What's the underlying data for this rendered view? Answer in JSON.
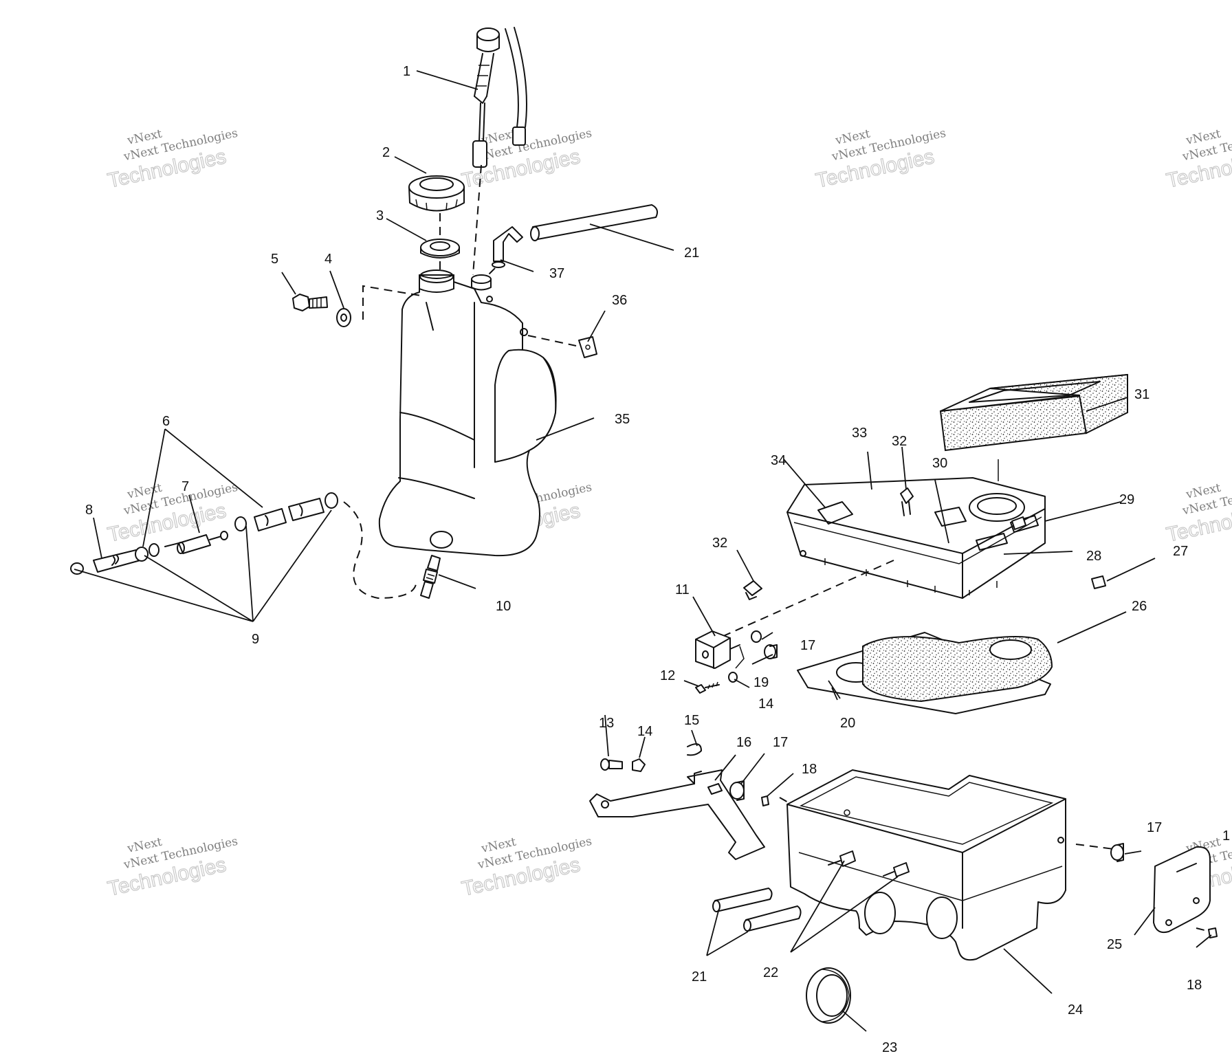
{
  "watermark": {
    "brand": "vNext",
    "line": "vNext Technologies",
    "big": "Technologies"
  },
  "callouts": [
    "1",
    "2",
    "3",
    "4",
    "5",
    "6",
    "7",
    "8",
    "9",
    "10",
    "11",
    "12",
    "13",
    "14",
    "14",
    "15",
    "16",
    "17",
    "17",
    "17",
    "18",
    "18",
    "19",
    "20",
    "21",
    "21",
    "22",
    "23",
    "24",
    "25",
    "26",
    "27",
    "28",
    "29",
    "30",
    "31",
    "32",
    "32",
    "33",
    "34",
    "35",
    "36",
    "37",
    "1"
  ]
}
